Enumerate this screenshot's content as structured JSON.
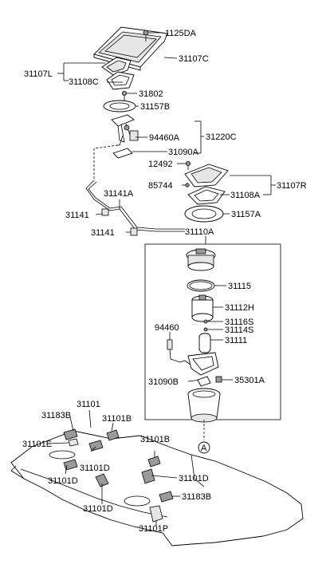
{
  "labels": {
    "l1125DA": "1125DA",
    "l31107C": "31107C",
    "l31107L": "31107L",
    "l31108C": "31108C",
    "l31802": "31802",
    "l31157B": "31157B",
    "l94460A": "94460A",
    "l31220C": "31220C",
    "l31090A": "31090A",
    "l12492": "12492",
    "l85744": "85744",
    "l31108A": "31108A",
    "l31107R": "31107R",
    "l31141A": "31141A",
    "l31141a": "31141",
    "l31157A": "31157A",
    "l31141b": "31141",
    "l31110A": "31110A",
    "l31115": "31115",
    "l31112H": "31112H",
    "l31116S": "31116S",
    "l94460": "94460",
    "l31114S": "31114S",
    "l31111": "31111",
    "l31090B": "31090B",
    "l35301A": "35301A",
    "lA": "A",
    "l31101": "31101",
    "l31183Ba": "31183B",
    "l31101Ba": "31101B",
    "l31101E": "31101E",
    "l31101Bb": "31101B",
    "l31101Da": "31101D",
    "l31101Db": "31101D",
    "l31101Dc": "31101D",
    "l31183Bb": "31183B",
    "l31101Dd": "31101D",
    "l31101P": "31101P"
  }
}
